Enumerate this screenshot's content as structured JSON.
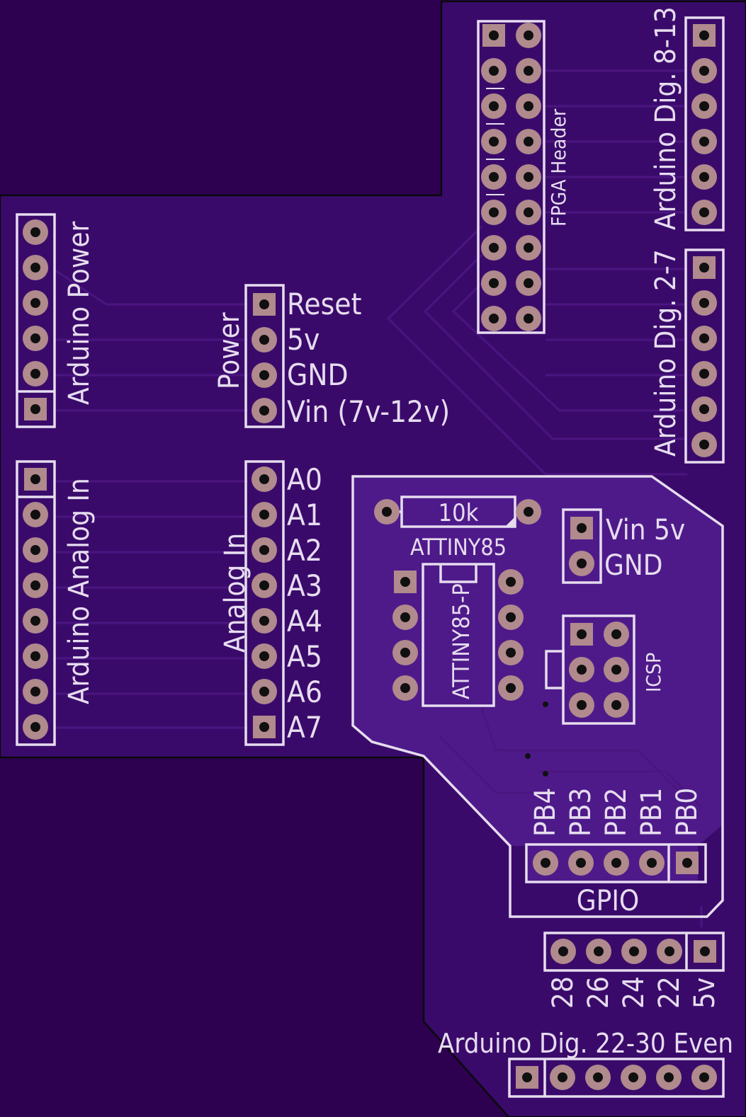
{
  "colors": {
    "board_dark": "#2d0050",
    "board": "#3a0a6b",
    "copper_pour": "#4e1a8a",
    "silkscreen": "#e6dcef",
    "pad": "#b08a8c"
  },
  "labels": {
    "fpga_header": "FPGA Header",
    "arduino_dig_8_13": "Arduino Dig. 8-13",
    "arduino_dig_2_7": "Arduino Dig. 2-7",
    "arduino_power": "Arduino Power",
    "power": "Power",
    "power_pins": [
      "Reset",
      "5v",
      "GND",
      "Vin (7v-12v)"
    ],
    "arduino_analog_in": "Arduino Analog In",
    "analog_in": "Analog In",
    "analog_pins": [
      "A0",
      "A1",
      "A2",
      "A3",
      "A4",
      "A5",
      "A6",
      "A7"
    ],
    "resistor_value": "10k",
    "attiny_title": "ATTINY85",
    "attiny_chip": "ATTINY85-P",
    "vin_5v": "Vin 5v",
    "gnd": "GND",
    "icsp": "ICSP",
    "gpio_pins": [
      "PB4",
      "PB3",
      "PB2",
      "PB1",
      "PB0"
    ],
    "gpio": "GPIO",
    "even_pins": [
      "28",
      "26",
      "24",
      "22",
      "5v"
    ],
    "arduino_dig_22_30": "Arduino Dig. 22-30 Even"
  }
}
